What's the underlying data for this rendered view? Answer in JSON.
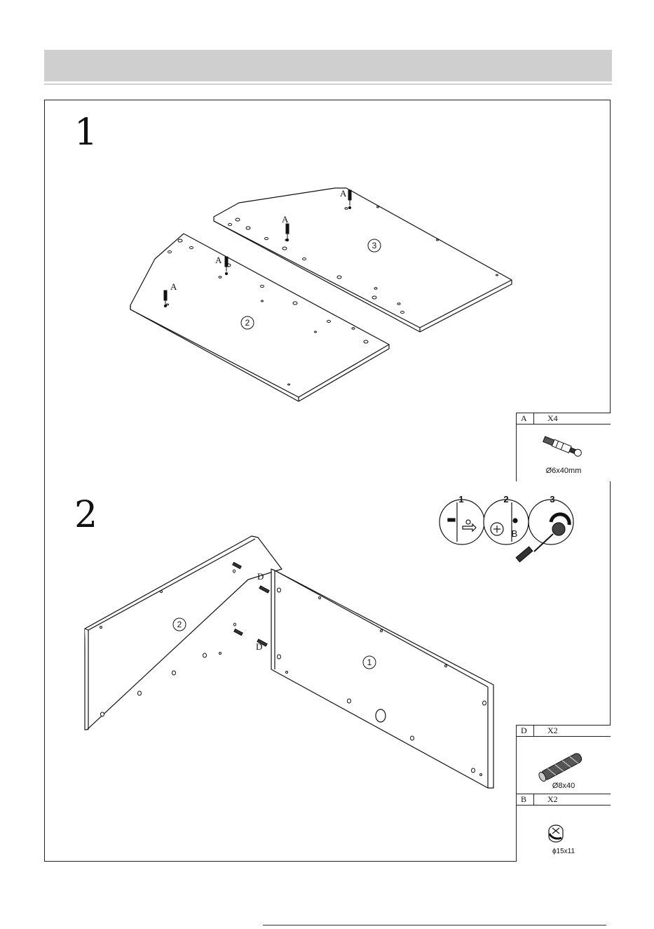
{
  "steps": [
    {
      "number": "1",
      "panel_labels": [
        "3",
        "2"
      ],
      "fastener_labels": [
        "A",
        "A",
        "A",
        "A"
      ],
      "parts": [
        {
          "id": "A",
          "qty": "X4",
          "size": "Ø6x40mm",
          "icon": "cam-bolt-icon"
        }
      ]
    },
    {
      "number": "2",
      "panel_labels": [
        "2",
        "1"
      ],
      "fastener_labels": [
        "D",
        "D"
      ],
      "sequence": [
        "1",
        "2",
        "3"
      ],
      "sequence_part_label": "B",
      "parts": [
        {
          "id": "D",
          "qty": "X2",
          "size": "Ø8x40",
          "icon": "wooden-dowel-icon"
        },
        {
          "id": "B",
          "qty": "X2",
          "size": "ϕ15x11",
          "icon": "cam-lock-icon"
        }
      ]
    }
  ]
}
